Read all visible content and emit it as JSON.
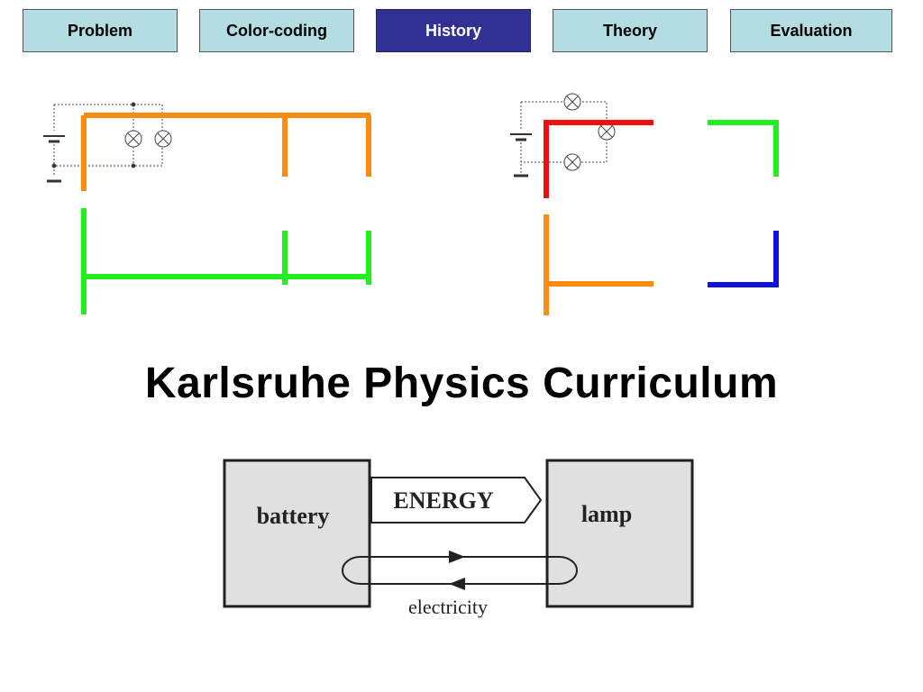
{
  "nav": {
    "tabs": [
      {
        "label": "Problem",
        "active": false
      },
      {
        "label": "Color-coding",
        "active": false
      },
      {
        "label": "History",
        "active": true
      },
      {
        "label": "Theory",
        "active": false
      },
      {
        "label": "Evaluation",
        "active": false
      }
    ]
  },
  "page": {
    "title": "Karlsruhe Physics Curriculum"
  },
  "energy_diagram": {
    "source_label": "battery",
    "carrier_label": "ENERGY",
    "sink_label": "lamp",
    "loop_label": "electricity"
  },
  "colors": {
    "tab_normal": "#b3dde1",
    "tab_active": "#313193",
    "orange": "#ff8c12",
    "green": "#22ee22",
    "red": "#ee1111",
    "blue": "#1111dd",
    "box_fill": "#e0e0e0"
  }
}
